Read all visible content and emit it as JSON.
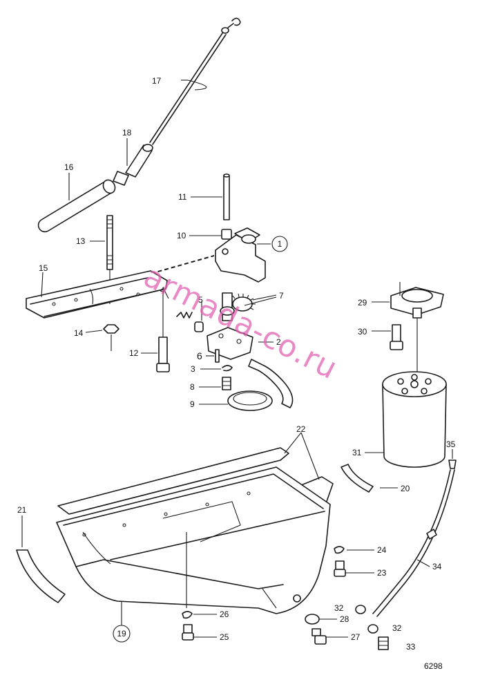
{
  "diagram": {
    "reference_number": "6298",
    "watermark": "armada-co.ru",
    "callouts": [
      {
        "id": "17",
        "label": "17"
      },
      {
        "id": "18",
        "label": "18"
      },
      {
        "id": "16",
        "label": "16"
      },
      {
        "id": "11",
        "label": "11"
      },
      {
        "id": "10",
        "label": "10"
      },
      {
        "id": "1",
        "label": "1",
        "circled": true
      },
      {
        "id": "13",
        "label": "13"
      },
      {
        "id": "15",
        "label": "15"
      },
      {
        "id": "4",
        "label": "4"
      },
      {
        "id": "5",
        "label": "5"
      },
      {
        "id": "7",
        "label": "7"
      },
      {
        "id": "14",
        "label": "14"
      },
      {
        "id": "2",
        "label": "2"
      },
      {
        "id": "12",
        "label": "12"
      },
      {
        "id": "6",
        "label": "6"
      },
      {
        "id": "3",
        "label": "3"
      },
      {
        "id": "8",
        "label": "8"
      },
      {
        "id": "9",
        "label": "9"
      },
      {
        "id": "29",
        "label": "29"
      },
      {
        "id": "30",
        "label": "30"
      },
      {
        "id": "31",
        "label": "31"
      },
      {
        "id": "35",
        "label": "35"
      },
      {
        "id": "22",
        "label": "22"
      },
      {
        "id": "20",
        "label": "20"
      },
      {
        "id": "21",
        "label": "21"
      },
      {
        "id": "24",
        "label": "24"
      },
      {
        "id": "23",
        "label": "23"
      },
      {
        "id": "34",
        "label": "34"
      },
      {
        "id": "32a",
        "label": "32"
      },
      {
        "id": "32b",
        "label": "32"
      },
      {
        "id": "33",
        "label": "33"
      },
      {
        "id": "28",
        "label": "28"
      },
      {
        "id": "27",
        "label": "27"
      },
      {
        "id": "26",
        "label": "26"
      },
      {
        "id": "25",
        "label": "25"
      },
      {
        "id": "19",
        "label": "19",
        "circled": true
      }
    ]
  }
}
